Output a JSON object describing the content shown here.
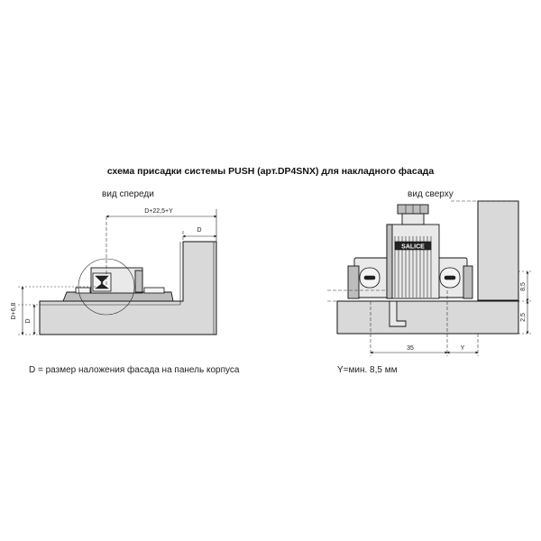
{
  "title": "схема присадки системы PUSH (арт.DP4SNX) для накладного фасада",
  "front_view": {
    "label": "вид спереди",
    "dim_top": "D+22,5+Y",
    "dim_d": "D",
    "dim_left_outer": "D+6,8",
    "dim_left_inner": "D",
    "note": "D = размер наложения фасада на панель корпуса"
  },
  "top_view": {
    "label": "вид сверху",
    "brand": "SALICE",
    "dim_right_upper": "8,5",
    "dim_right_lower": "2,5",
    "dim_bottom_left": "35",
    "dim_bottom_right": "Y",
    "note": "Y=мин. 8,5 мм"
  },
  "colors": {
    "panel_fill": "#d9d9d9",
    "outline": "#111111",
    "background": "#ffffff"
  }
}
